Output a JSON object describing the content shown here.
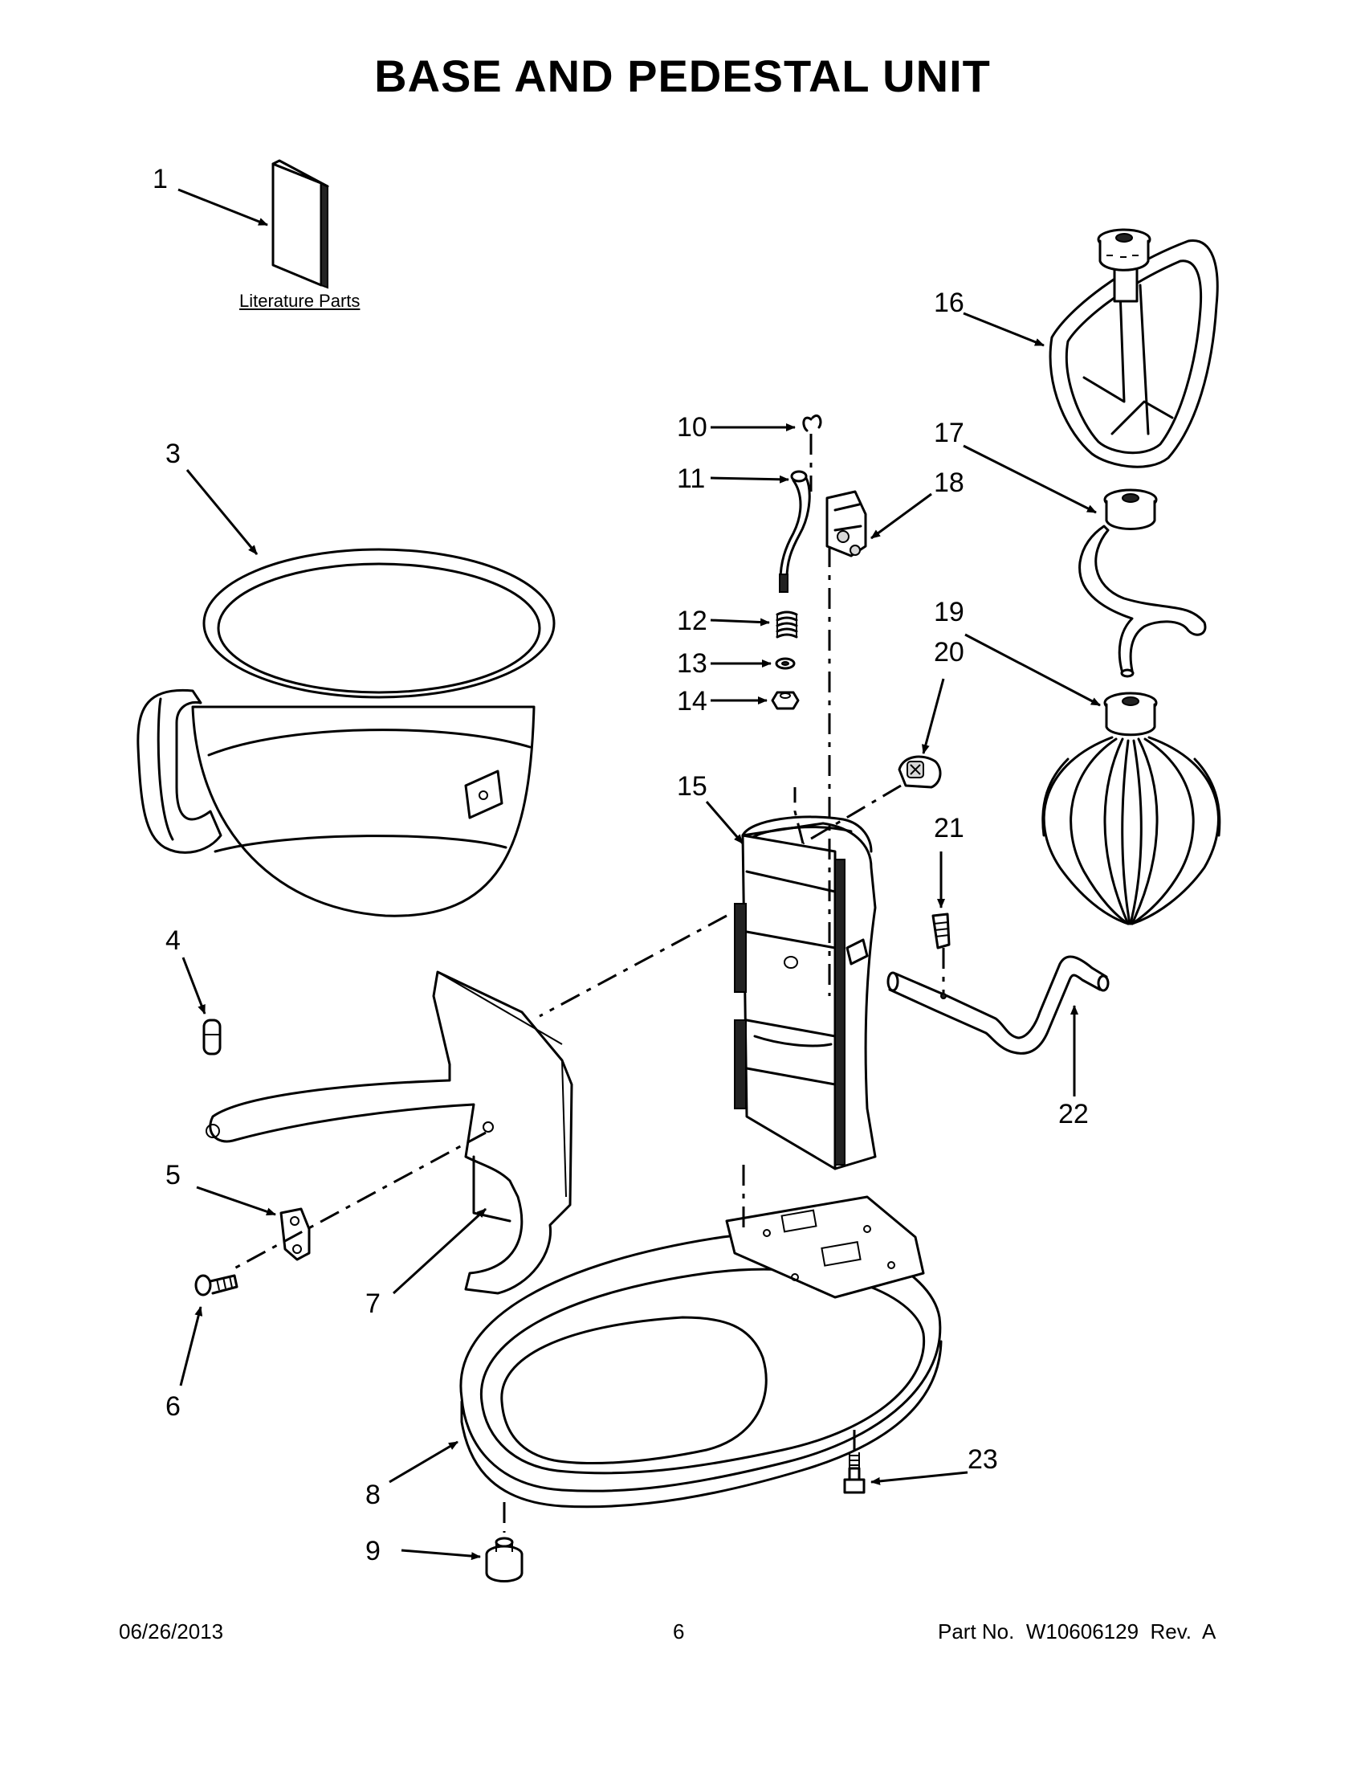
{
  "title": "BASE AND PEDESTAL UNIT",
  "literature_label": "Literature Parts",
  "callouts": {
    "c1": "1",
    "c3": "3",
    "c4": "4",
    "c5": "5",
    "c6": "6",
    "c7": "7",
    "c8": "8",
    "c9": "9",
    "c10": "10",
    "c11": "11",
    "c12": "12",
    "c13": "13",
    "c14": "14",
    "c15": "15",
    "c16": "16",
    "c17": "17",
    "c18": "18",
    "c19": "19",
    "c20": "20",
    "c21": "21",
    "c22": "22",
    "c23": "23"
  },
  "footer": {
    "date": "06/26/2013",
    "page": "6",
    "part_no": "Part No.  W10606129  Rev.  A"
  }
}
